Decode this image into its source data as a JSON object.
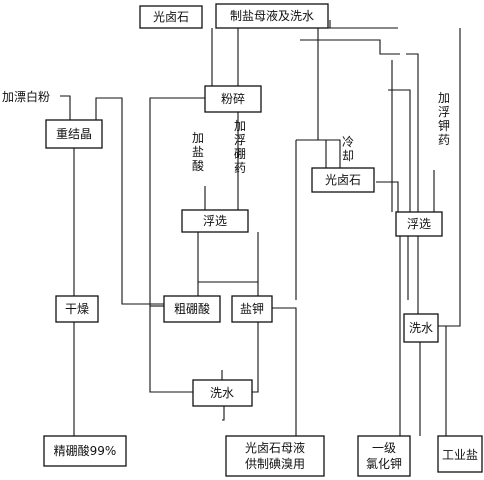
{
  "nodes": {
    "carnallite_top": "光卤石",
    "mother_liquor_wash": "制盐母液及洗水",
    "crushing": "粉碎",
    "recrystallization": "重结晶",
    "flotation_left": "浮选",
    "carnallite_mid": "光卤石",
    "flotation_right": "浮选",
    "drying": "干燥",
    "crude_boric_acid": "粗硼酸",
    "salt_potassium": "盐钾",
    "water_wash_right": "洗水",
    "water_wash_bottom": "洗水",
    "refined_boric_acid": "精硼酸99%",
    "carnallite_liquor_line1": "光卤石母液",
    "carnallite_liquor_line2": "供制碘溴用",
    "kcl_line1": "一级",
    "kcl_line2": "氯化钾",
    "industrial_salt": "工业盐"
  },
  "labels": {
    "bleaching_powder": "加漂白粉",
    "add_hcl": "加盐酸",
    "add_boron_reagent": "加浮硼药",
    "cooling": "冷却",
    "add_potassium_reagent": "加浮钾药"
  }
}
